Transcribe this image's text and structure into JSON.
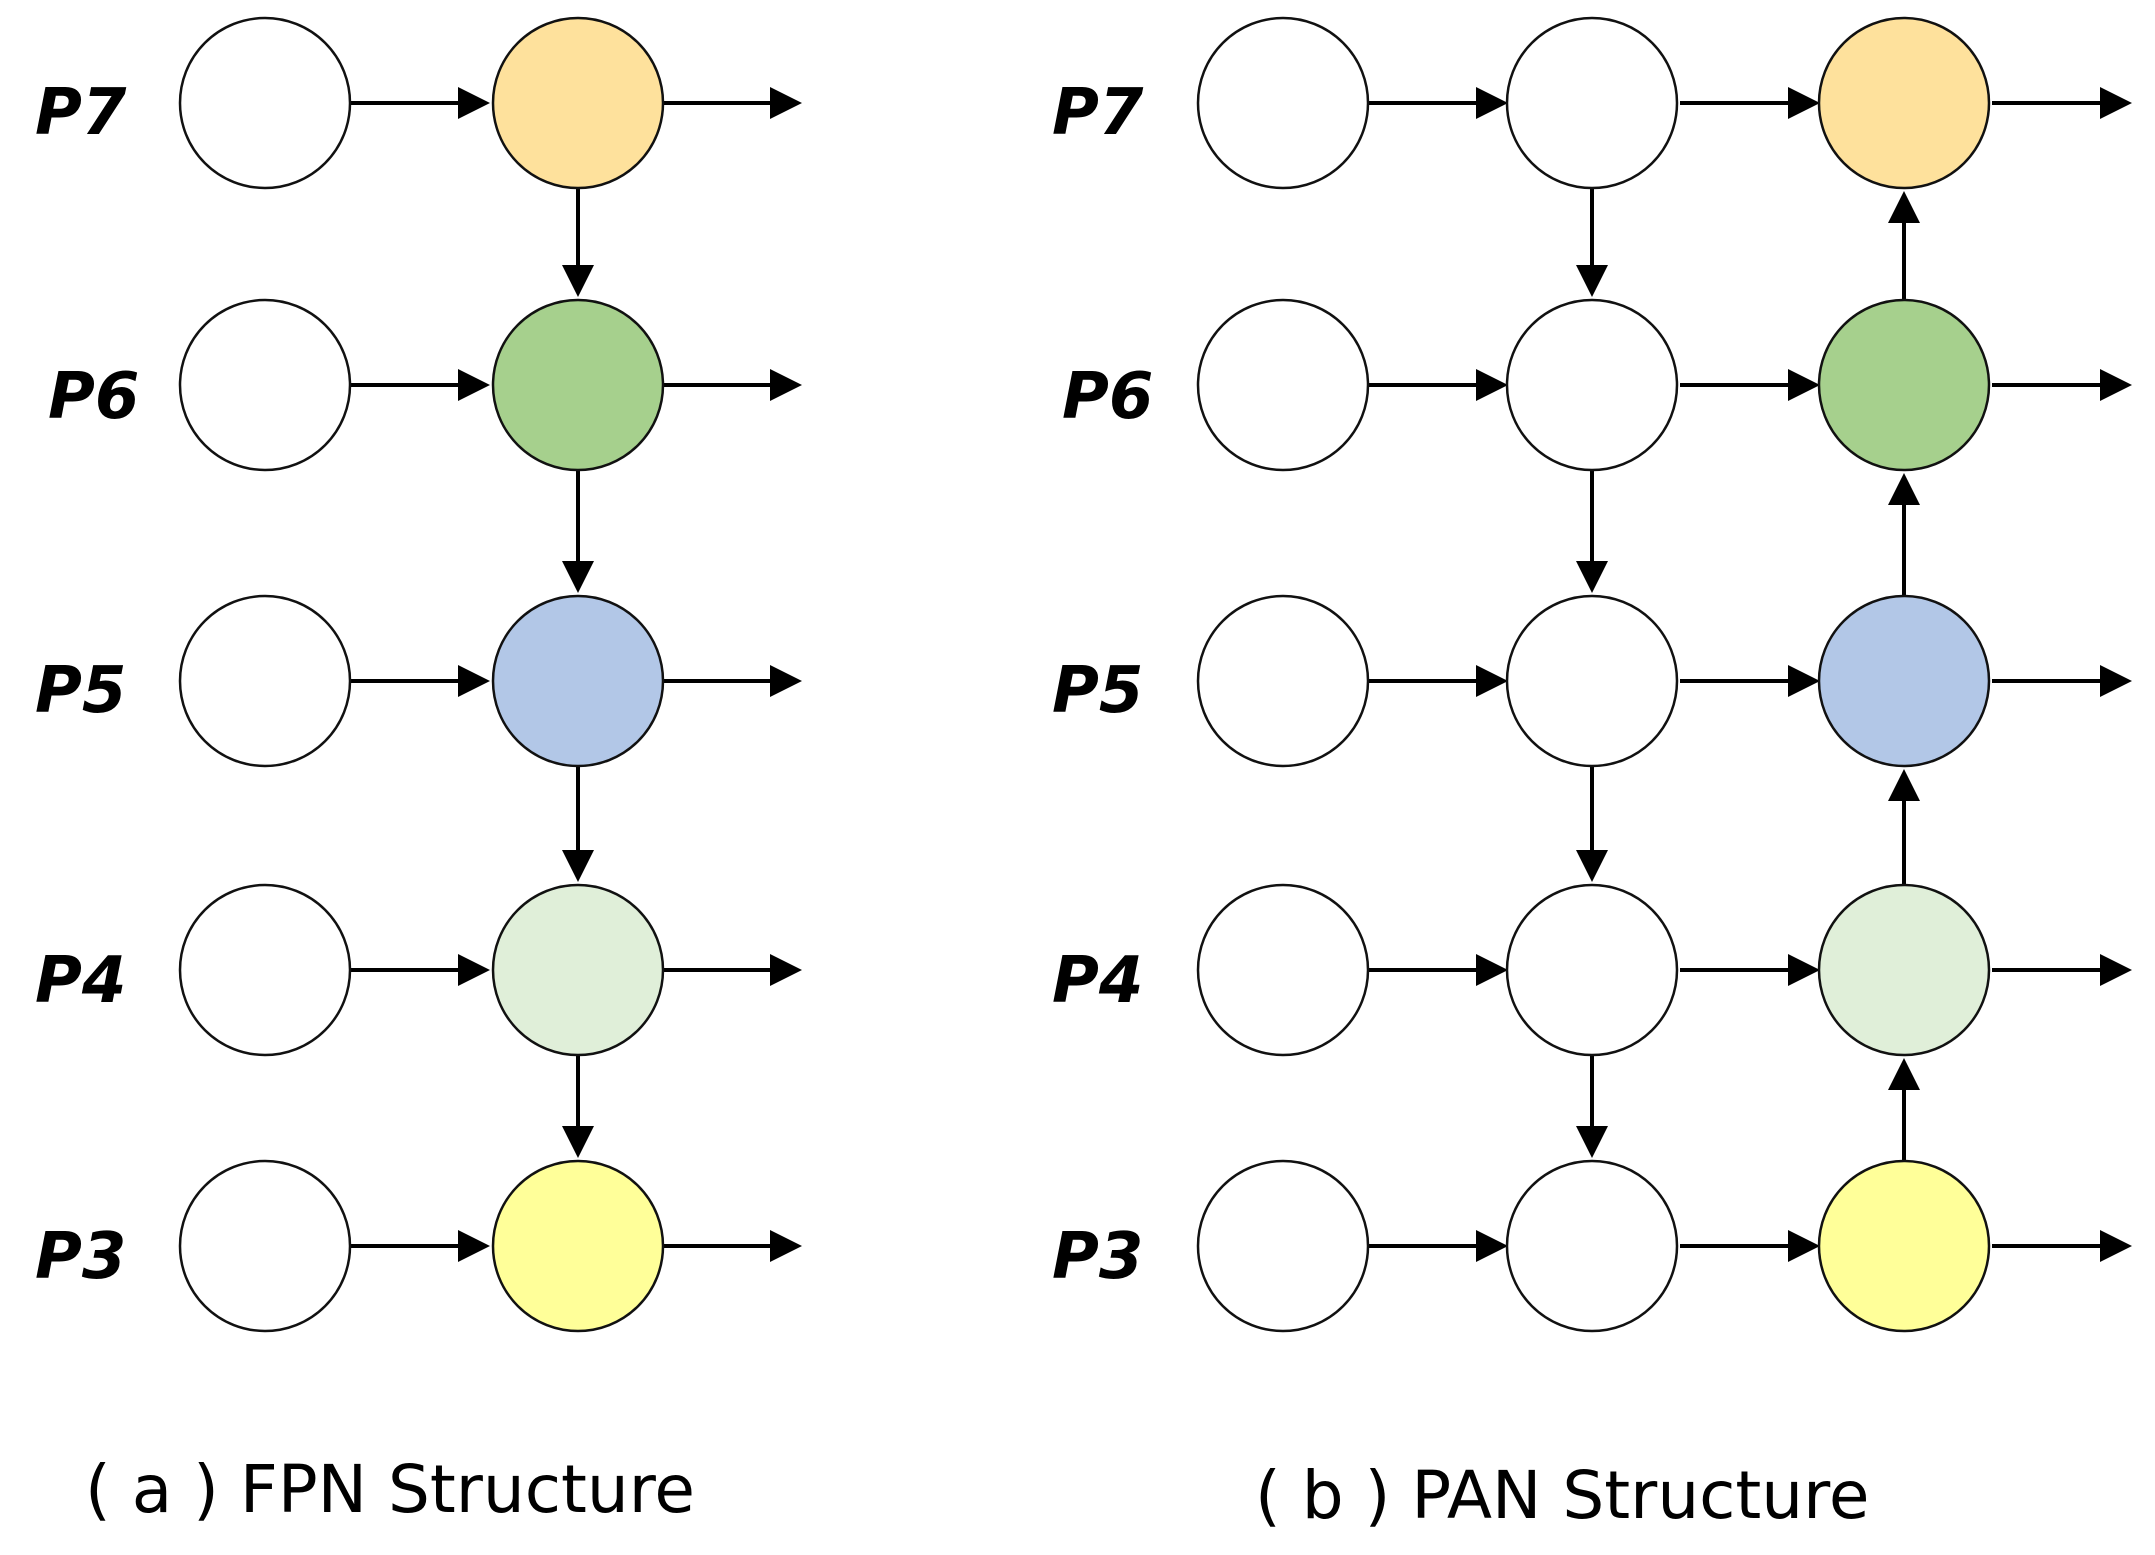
{
  "colors": {
    "empty": "#ffffff",
    "P7": "#fee19c",
    "P6": "#a6d08d",
    "P5": "#b2c7e7",
    "P4": "#e0efd9",
    "P3": "#ffff99",
    "stroke": "#111111"
  },
  "levels": [
    "P7",
    "P6",
    "P5",
    "P4",
    "P3"
  ],
  "fpn": {
    "caption": "( a ) FPN Structure",
    "labels": [
      "P7",
      "P6",
      "P5",
      "P4",
      "P3"
    ]
  },
  "pan": {
    "caption": "( b ) PAN Structure",
    "labels": [
      "P7",
      "P6",
      "P5",
      "P4",
      "P3"
    ]
  }
}
